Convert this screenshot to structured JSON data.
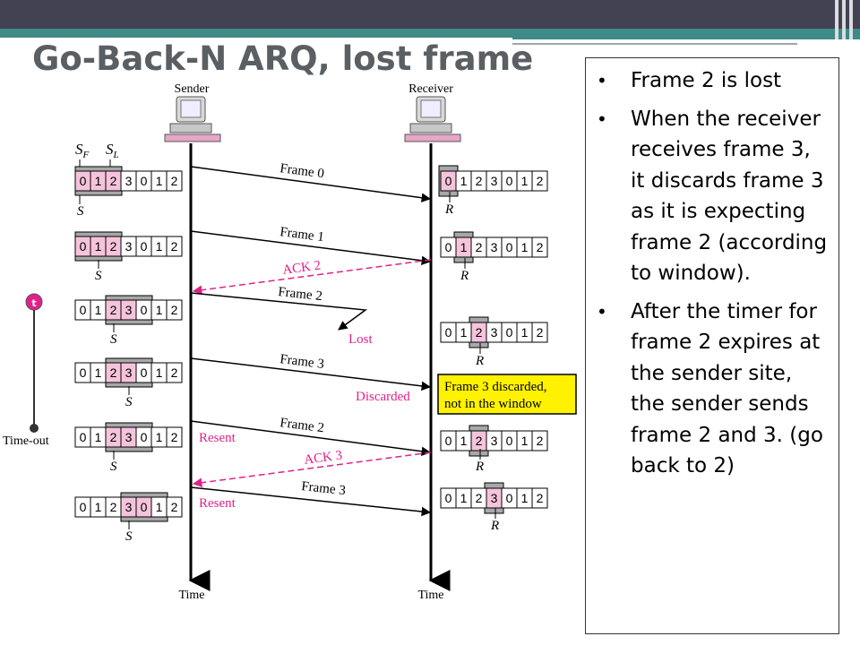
{
  "slide": {
    "title": "Go-Back-N ARQ, lost frame",
    "bullets": [
      "Frame 2 is lost",
      "When the receiver receives frame 3, it discards frame 3 as it is expecting frame 2 (according to window).",
      "After the timer for frame 2 expires at the sender site, the sender sends frame 2 and 3. (go back to 2)"
    ]
  },
  "diagram": {
    "sender_label": "Sender",
    "receiver_label": "Receiver",
    "time_label": "Time",
    "timeout_label": "Time-out",
    "timer_symbol": "t",
    "sf_label": "S",
    "sf_sub": "F",
    "sl_label": "S",
    "sl_sub": "L",
    "s_marker": "S",
    "r_marker": "R",
    "sequence": [
      "0",
      "1",
      "2",
      "3",
      "0",
      "1",
      "2"
    ],
    "messages": [
      "Frame 0",
      "Frame 1",
      "ACK 2",
      "Frame 2",
      "Lost",
      "Frame 3",
      "Discarded",
      "Frame 2",
      "Resent",
      "ACK 3",
      "Frame 3",
      "Resent"
    ],
    "callout_lines": [
      "Frame 3 discarded,",
      "not in the window"
    ],
    "colors": {
      "pink": "#f6c3dc",
      "gray": "#a8a8a8",
      "magenta": "#e0218a",
      "callout": "#fff200"
    }
  }
}
